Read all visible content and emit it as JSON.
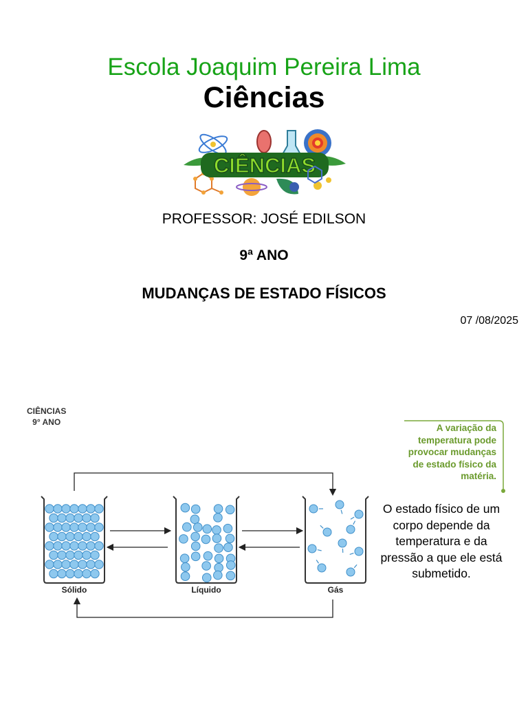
{
  "header": {
    "school": "Escola Joaquim Pereira Lima",
    "subject": "Ciências",
    "logo_text": "CIÊNCIAS",
    "professor": "PROFESSOR: JOSÉ EDILSON",
    "grade": "9ª ANO",
    "topic": "MUDANÇAS DE ESTADO FÍSICOS",
    "date": "07 /08/2025"
  },
  "figure": {
    "header_line1": "CIÊNCIAS",
    "header_line2": "9° ANO",
    "states": [
      "Sólido",
      "Líquido",
      "Gás"
    ],
    "note": "A variação da temperatura pode provocar mudanças de estado físico da matéria.",
    "description": "O estado físico de um corpo depende da temperatura e da pressão a que ele está submetido."
  },
  "colors": {
    "school_green": "#17a317",
    "note_green": "#6a9a2c",
    "particle_blue": "#8ec8ee",
    "particle_stroke": "#3f8fc9"
  }
}
